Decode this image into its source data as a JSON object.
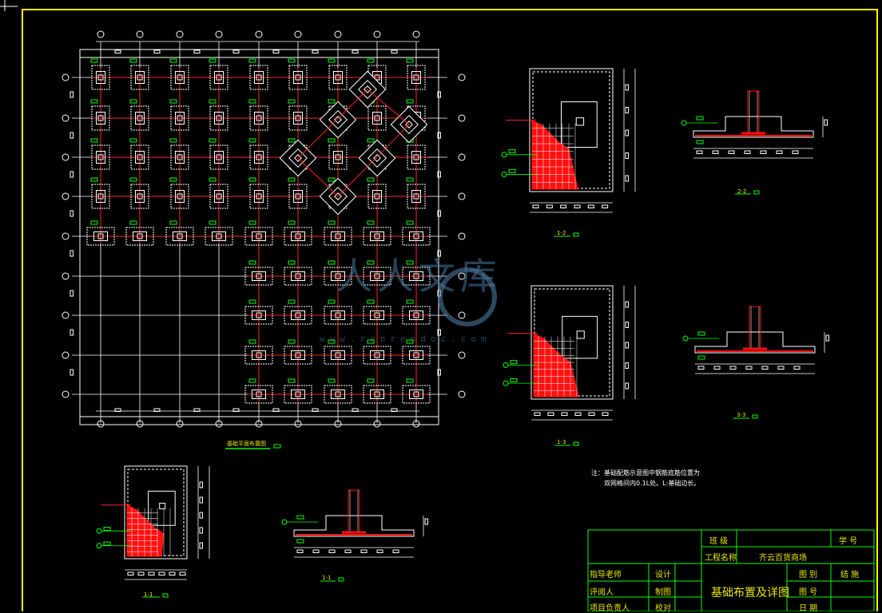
{
  "drawing": {
    "plan_title": "基础平面布置图",
    "section_labels": [
      "1-2",
      "1-3",
      "1-1",
      "1-1",
      "2-2",
      "3-3"
    ],
    "note_line1": "注：基础配筋示意图中钢筋底筋位置为",
    "note_line2": "双网格间内0.1L处。L:基础边长。",
    "watermark": "人人文库",
    "watermark_url": "www.renrendoc.com"
  },
  "title_block": {
    "row1_col1": "班 级",
    "row1_col3": "学 号",
    "row2_label": "工程名称",
    "row2_value": "齐云百货商场",
    "drawing_name": "基础布置及详图",
    "r3_c1": "指导老师",
    "r3_c2": "设计",
    "r3_c4": "图 别",
    "r3_c5": "结 施",
    "r4_c1": "评阅人",
    "r4_c2": "制图",
    "r4_c4": "图 号",
    "r5_c1": "项目负责人",
    "r5_c2": "校对",
    "r5_c4": "日 期"
  },
  "colors": {
    "frame": "#ffff00",
    "lines": "#ffffff",
    "axis": "#ff2020",
    "dims": "#00ff00",
    "fill": "#ff1010",
    "watermark": "#4a7aa0"
  }
}
